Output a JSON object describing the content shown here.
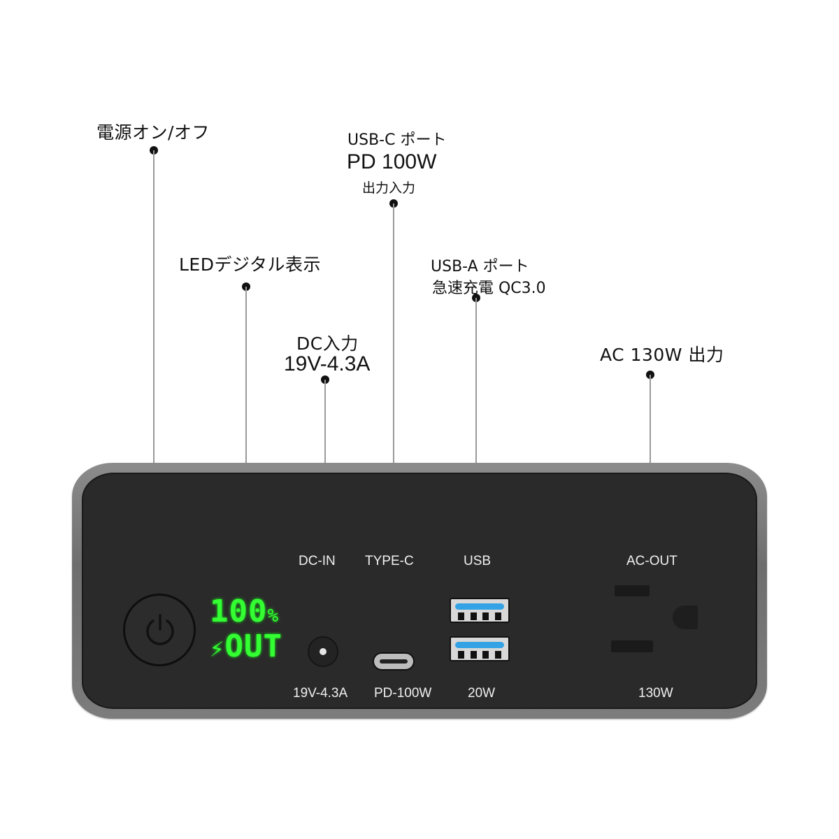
{
  "callouts": {
    "power": {
      "label": "電源オン/オフ"
    },
    "led": {
      "label": "LEDデジタル表示"
    },
    "dc_in": {
      "line1": "DC入力",
      "line2": "19V-4.3A"
    },
    "usb_c": {
      "line1": "USB-C ポート",
      "line2": "PD 100W",
      "line3": "出力入力"
    },
    "usb_a": {
      "line1": "USB-A ポート",
      "line2": "急速充電 QC3.0"
    },
    "ac": {
      "label": "AC 130W 出力"
    }
  },
  "device": {
    "led_display": {
      "line1": "100",
      "percent": "%",
      "line2": "OUT",
      "bolt_icon": "lightning-bolt-icon"
    },
    "ports": {
      "dc_in": {
        "top_label": "DC-IN",
        "bottom_label": "19V-4.3A"
      },
      "type_c": {
        "top_label": "TYPE-C",
        "bottom_label": "PD-100W"
      },
      "usb": {
        "top_label": "USB",
        "bottom_label": "20W"
      },
      "ac_out": {
        "top_label": "AC-OUT",
        "bottom_label": "130W"
      }
    },
    "colors": {
      "led_green": "#33ff33",
      "usb_blue": "#34a3e6",
      "face": "#2a2a2a",
      "bezel": "#7c7c7c"
    }
  }
}
